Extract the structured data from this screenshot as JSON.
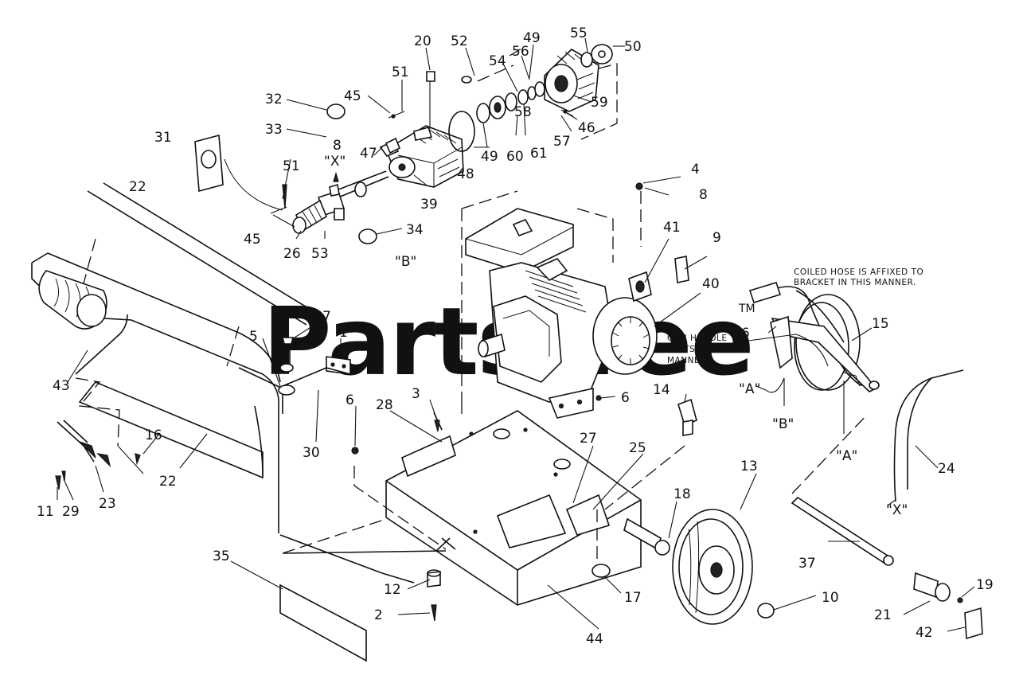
{
  "watermark": {
    "text": "PartsTree",
    "trademark": "TM"
  },
  "annotations": {
    "coiled_hose": [
      "COILED HOSE IS AFFIXED TO",
      "BRACKET IN THIS MANNER."
    ],
    "gun_handle": [
      "GUN HANDLE",
      "SEATS IN THIS",
      "MANNER."
    ]
  },
  "labels": [
    {
      "id": "p20",
      "text": "20"
    },
    {
      "id": "p52",
      "text": "52"
    },
    {
      "id": "p49a",
      "text": "49"
    },
    {
      "id": "p55",
      "text": "55"
    },
    {
      "id": "p50",
      "text": "50"
    },
    {
      "id": "p54",
      "text": "54"
    },
    {
      "id": "p56",
      "text": "56"
    },
    {
      "id": "p51a",
      "text": "51"
    },
    {
      "id": "p45a",
      "text": "45"
    },
    {
      "id": "p32",
      "text": "32"
    },
    {
      "id": "p59",
      "text": "59"
    },
    {
      "id": "p58",
      "text": "58"
    },
    {
      "id": "p46",
      "text": "46"
    },
    {
      "id": "p33",
      "text": "33"
    },
    {
      "id": "p57",
      "text": "57"
    },
    {
      "id": "p49b",
      "text": "49"
    },
    {
      "id": "p60",
      "text": "60"
    },
    {
      "id": "p61",
      "text": "61"
    },
    {
      "id": "p31",
      "text": "31"
    },
    {
      "id": "p8a",
      "text": "8"
    },
    {
      "id": "px1",
      "text": "\"X\""
    },
    {
      "id": "p47",
      "text": "47"
    },
    {
      "id": "p48",
      "text": "48"
    },
    {
      "id": "p51b",
      "text": "51"
    },
    {
      "id": "p39",
      "text": "39"
    },
    {
      "id": "p4",
      "text": "4"
    },
    {
      "id": "p22a",
      "text": "22"
    },
    {
      "id": "p8b",
      "text": "8"
    },
    {
      "id": "p45b",
      "text": "45"
    },
    {
      "id": "p26",
      "text": "26"
    },
    {
      "id": "p53",
      "text": "53"
    },
    {
      "id": "p34",
      "text": "34"
    },
    {
      "id": "pb1",
      "text": "\"B\""
    },
    {
      "id": "p41",
      "text": "41"
    },
    {
      "id": "p9",
      "text": "9"
    },
    {
      "id": "p40",
      "text": "40"
    },
    {
      "id": "p7",
      "text": "7"
    },
    {
      "id": "p1",
      "text": "1"
    },
    {
      "id": "p36",
      "text": "36"
    },
    {
      "id": "p15",
      "text": "15"
    },
    {
      "id": "p5",
      "text": "5"
    },
    {
      "id": "p43",
      "text": "43"
    },
    {
      "id": "pa1",
      "text": "\"A\""
    },
    {
      "id": "pb2",
      "text": "\"B\""
    },
    {
      "id": "p3",
      "text": "3"
    },
    {
      "id": "p14",
      "text": "14"
    },
    {
      "id": "p6a",
      "text": "6"
    },
    {
      "id": "p6b",
      "text": "6"
    },
    {
      "id": "p28",
      "text": "28"
    },
    {
      "id": "p30",
      "text": "30"
    },
    {
      "id": "p16",
      "text": "16"
    },
    {
      "id": "p27",
      "text": "27"
    },
    {
      "id": "p25",
      "text": "25"
    },
    {
      "id": "pa2",
      "text": "\"A\""
    },
    {
      "id": "p24",
      "text": "24"
    },
    {
      "id": "p22b",
      "text": "22"
    },
    {
      "id": "p23",
      "text": "23"
    },
    {
      "id": "p11",
      "text": "11"
    },
    {
      "id": "p29",
      "text": "29"
    },
    {
      "id": "p13",
      "text": "13"
    },
    {
      "id": "p18",
      "text": "18"
    },
    {
      "id": "px2",
      "text": "\"X\""
    },
    {
      "id": "p35",
      "text": "35"
    },
    {
      "id": "p37",
      "text": "37"
    },
    {
      "id": "p12",
      "text": "12"
    },
    {
      "id": "p17",
      "text": "17"
    },
    {
      "id": "p10",
      "text": "10"
    },
    {
      "id": "p19",
      "text": "19"
    },
    {
      "id": "p21",
      "text": "21"
    },
    {
      "id": "p2",
      "text": "2"
    },
    {
      "id": "p44",
      "text": "44"
    },
    {
      "id": "p42",
      "text": "42"
    }
  ]
}
